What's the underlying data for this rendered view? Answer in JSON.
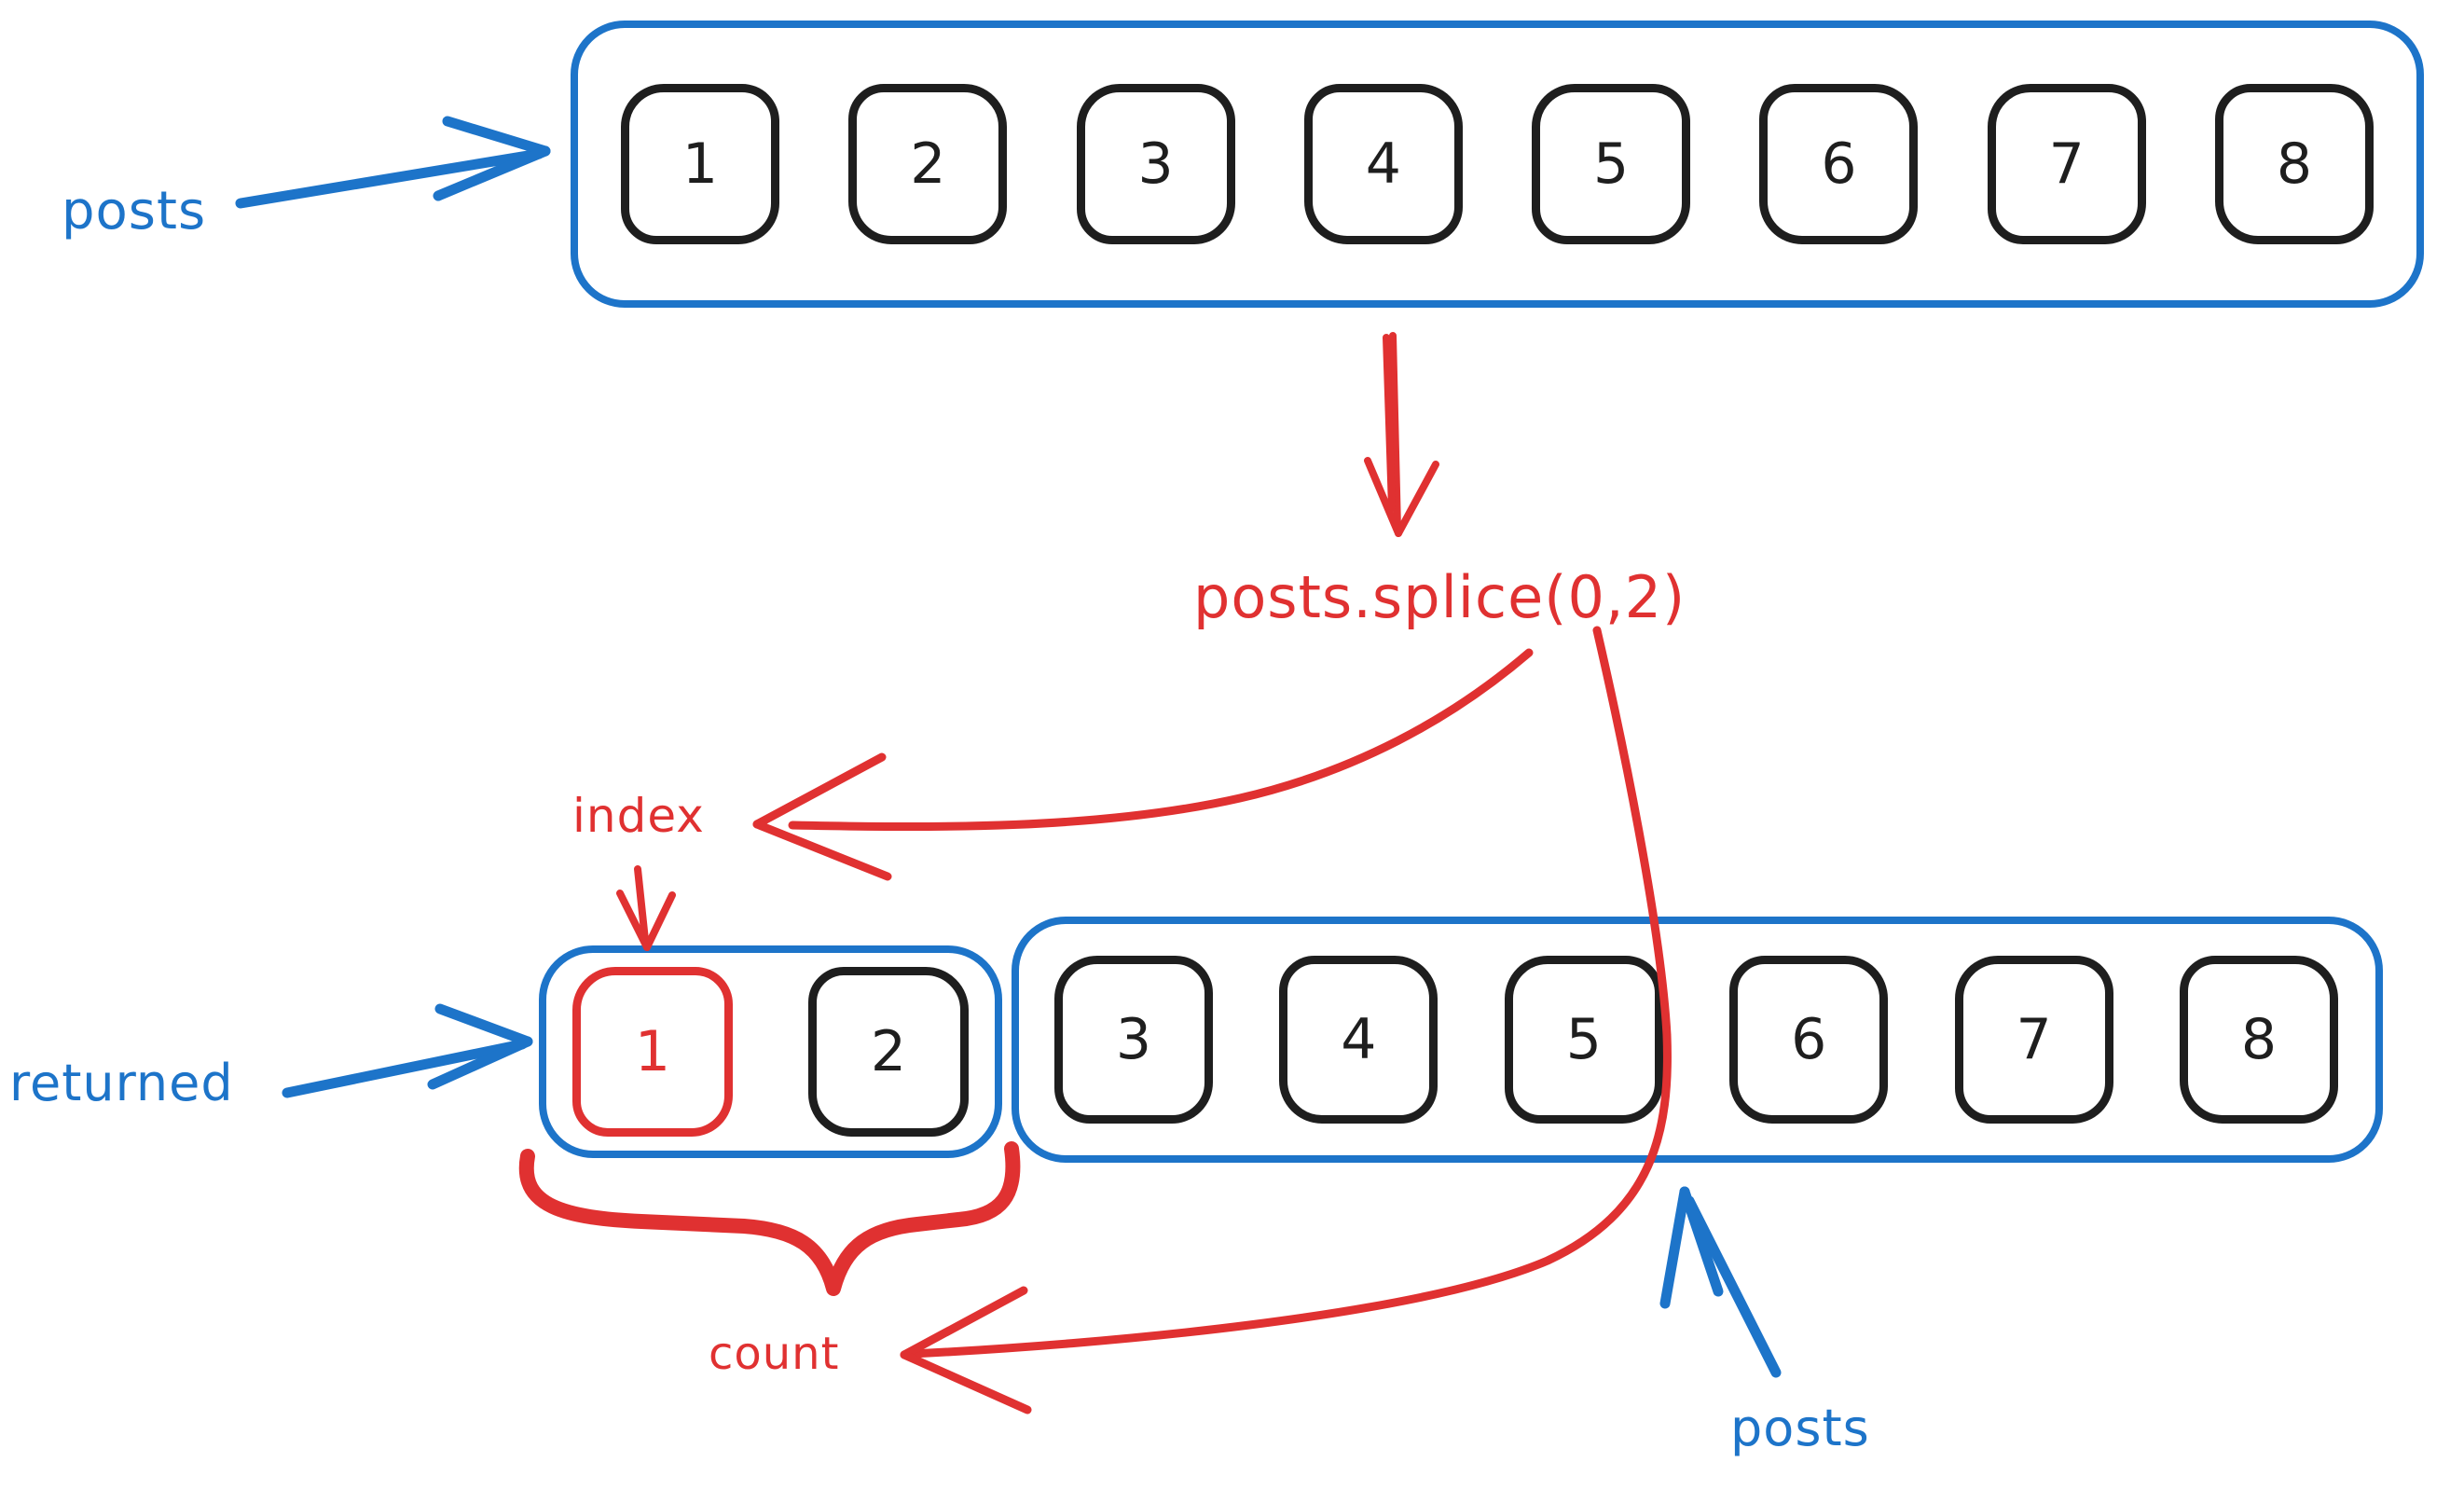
{
  "colors": {
    "blue": "#1d74c9",
    "red": "#e03131",
    "ink": "#1e1e1e",
    "background": "#ffffff"
  },
  "labels": {
    "posts_before": "posts",
    "operation": "posts.splice(0,2)",
    "index": "index",
    "returned": "returned",
    "count": "count",
    "posts_after": "posts"
  },
  "arrays": {
    "posts_before": {
      "label": "posts",
      "items": [
        "1",
        "2",
        "3",
        "4",
        "5",
        "6",
        "7",
        "8"
      ]
    },
    "returned": {
      "label": "returned",
      "items": [
        "1",
        "2"
      ],
      "highlight_index": 0,
      "highlight_color": "#e03131"
    },
    "posts_after": {
      "label": "posts",
      "items": [
        "3",
        "4",
        "5",
        "6",
        "7",
        "8"
      ]
    }
  }
}
